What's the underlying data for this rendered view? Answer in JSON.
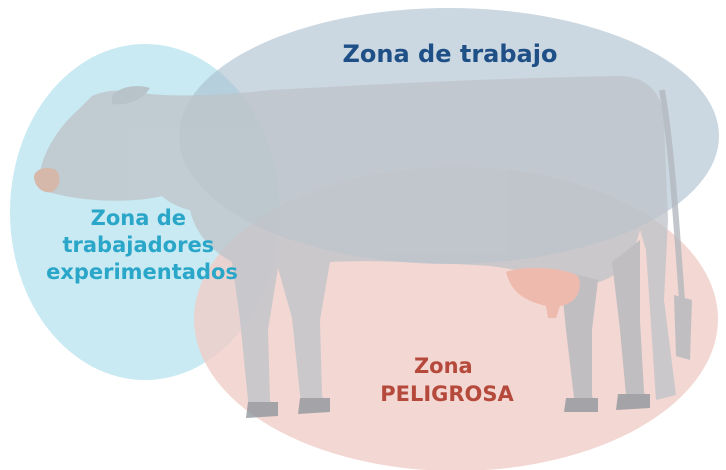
{
  "zones": {
    "work": {
      "label": "Zona de trabajo",
      "color": "#1e4f86",
      "fill": "#a9bccd"
    },
    "experienced": {
      "label_lines": [
        "Zona de",
        "trabajadores",
        "experimentados"
      ],
      "color": "#2aa6c8",
      "fill": "#bfe6f0"
    },
    "danger": {
      "label_lines": [
        "Zona",
        "PELIGROSA"
      ],
      "color": "#b54a3c",
      "fill": "#f0cdc7"
    }
  },
  "illustration": {
    "subject": "cow-silhouette",
    "body_color": "#c9cdd2",
    "udder_color": "#efb3a4",
    "nose_color": "#d9aa95"
  }
}
